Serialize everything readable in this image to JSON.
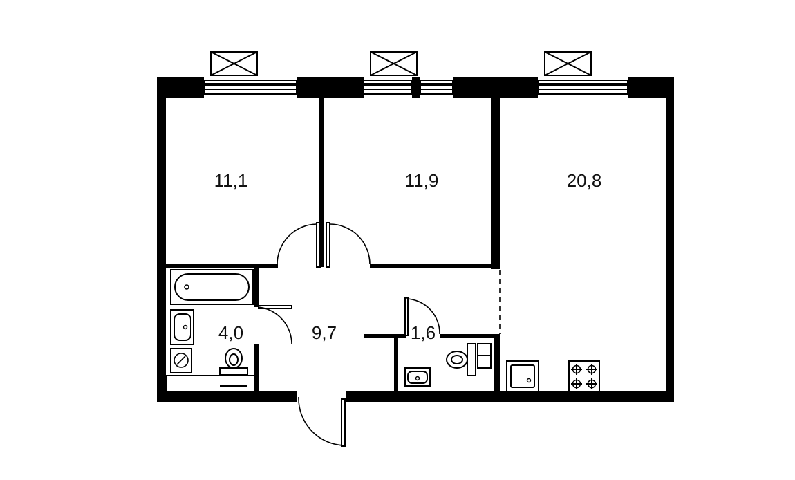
{
  "colors": {
    "wall": "#000000",
    "background": "#ffffff",
    "text": "#111111"
  },
  "rooms": [
    {
      "id": "bedroom-left",
      "area": "11,1"
    },
    {
      "id": "bedroom-middle",
      "area": "11,9"
    },
    {
      "id": "living-kitchen",
      "area": "20,8"
    },
    {
      "id": "bathroom",
      "area": "4,0"
    },
    {
      "id": "hallway",
      "area": "9,7"
    },
    {
      "id": "toilet",
      "area": "1,6"
    }
  ],
  "icons": [
    "ac-unit-icon",
    "window-icon",
    "bathtub-icon",
    "sink-icon",
    "washing-machine-icon",
    "toilet-icon",
    "kitchen-sink-icon",
    "stove-icon",
    "door-swing-icon"
  ]
}
